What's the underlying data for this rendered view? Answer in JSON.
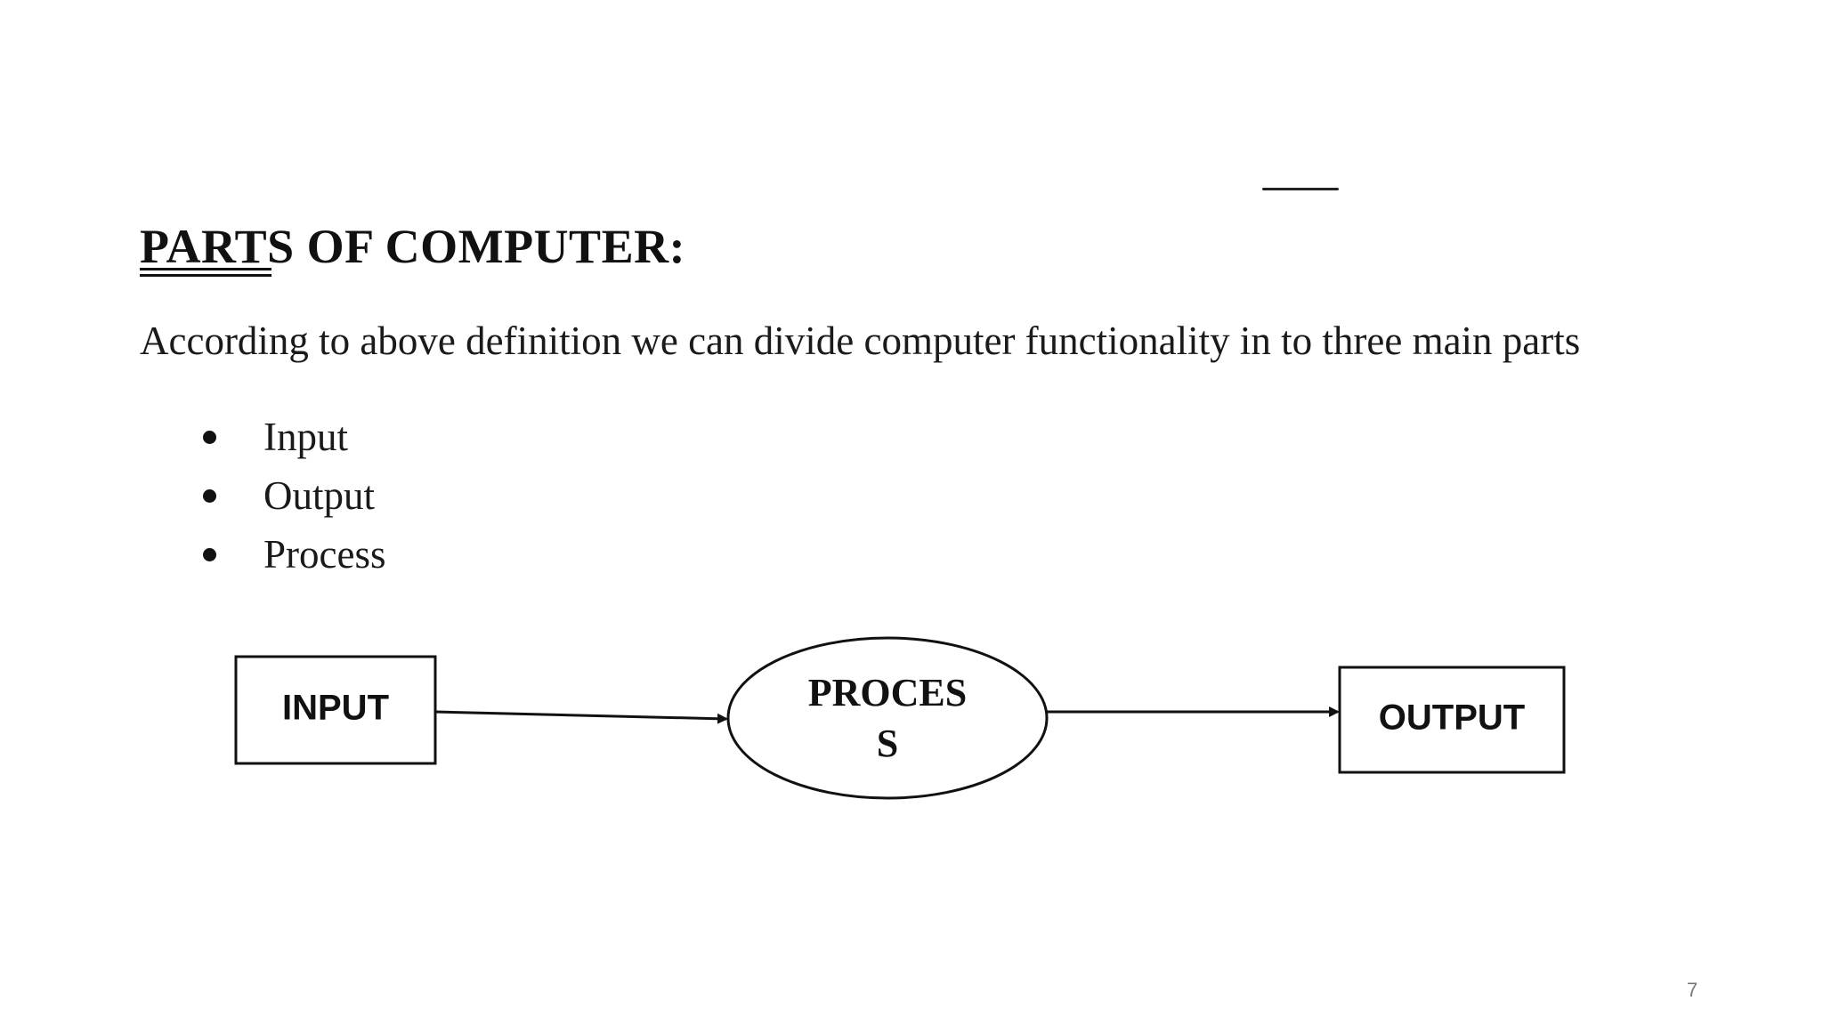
{
  "slide": {
    "title": "PARTS OF COMPUTER:",
    "intro": "According to above definition we can divide computer functionality in to three main parts",
    "bullets": [
      {
        "label": "Input"
      },
      {
        "label": "Output"
      },
      {
        "label": "Process"
      }
    ],
    "diagram": {
      "input_label": "INPUT",
      "process_label_line1": "PROCES",
      "process_label_line2": "S",
      "output_label": "OUTPUT"
    },
    "page_number": "7"
  }
}
